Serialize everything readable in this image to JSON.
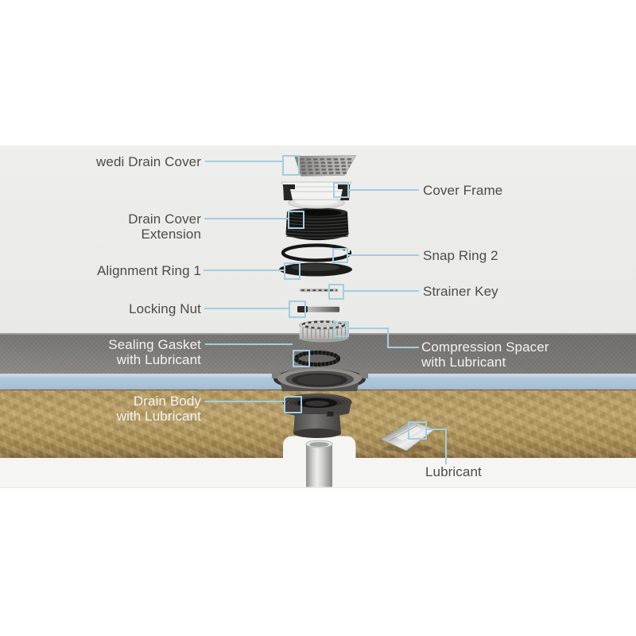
{
  "meta": {
    "accent_color": "#a3cde0",
    "text_dark": "#4b4b4a",
    "text_light": "#f3f3f1",
    "backdrop_color": "#ebebea"
  },
  "labels": {
    "left": [
      {
        "text": "wedi Drain Cover"
      },
      {
        "text": "Drain Cover Extension"
      },
      {
        "text": "Alignment Ring 1"
      },
      {
        "text": "Locking Nut"
      },
      {
        "text": "Sealing Gasket with Lubricant"
      },
      {
        "text": "Drain Body with Lubricant"
      }
    ],
    "right": [
      {
        "text": "Cover Frame"
      },
      {
        "text": "Snap Ring 2"
      },
      {
        "text": "Strainer Key"
      },
      {
        "text": "Compression Spacer with Lubricant"
      },
      {
        "text": "Lubricant"
      }
    ]
  },
  "layers": [
    {
      "name": "tile-surface",
      "color": "#7b7976"
    },
    {
      "name": "wedi-board-core",
      "color": "#aec7db"
    },
    {
      "name": "wood-subfloor",
      "color": "#ab9159"
    }
  ],
  "parts": [
    "drain-cover-grate",
    "cover-frame",
    "drain-cover-extension",
    "snap-ring-2",
    "alignment-ring-1",
    "strainer-key",
    "locking-nut",
    "compression-spacer",
    "sealing-gasket",
    "embedded-flange",
    "drain-body",
    "waste-pipe",
    "lubricant-packet"
  ]
}
